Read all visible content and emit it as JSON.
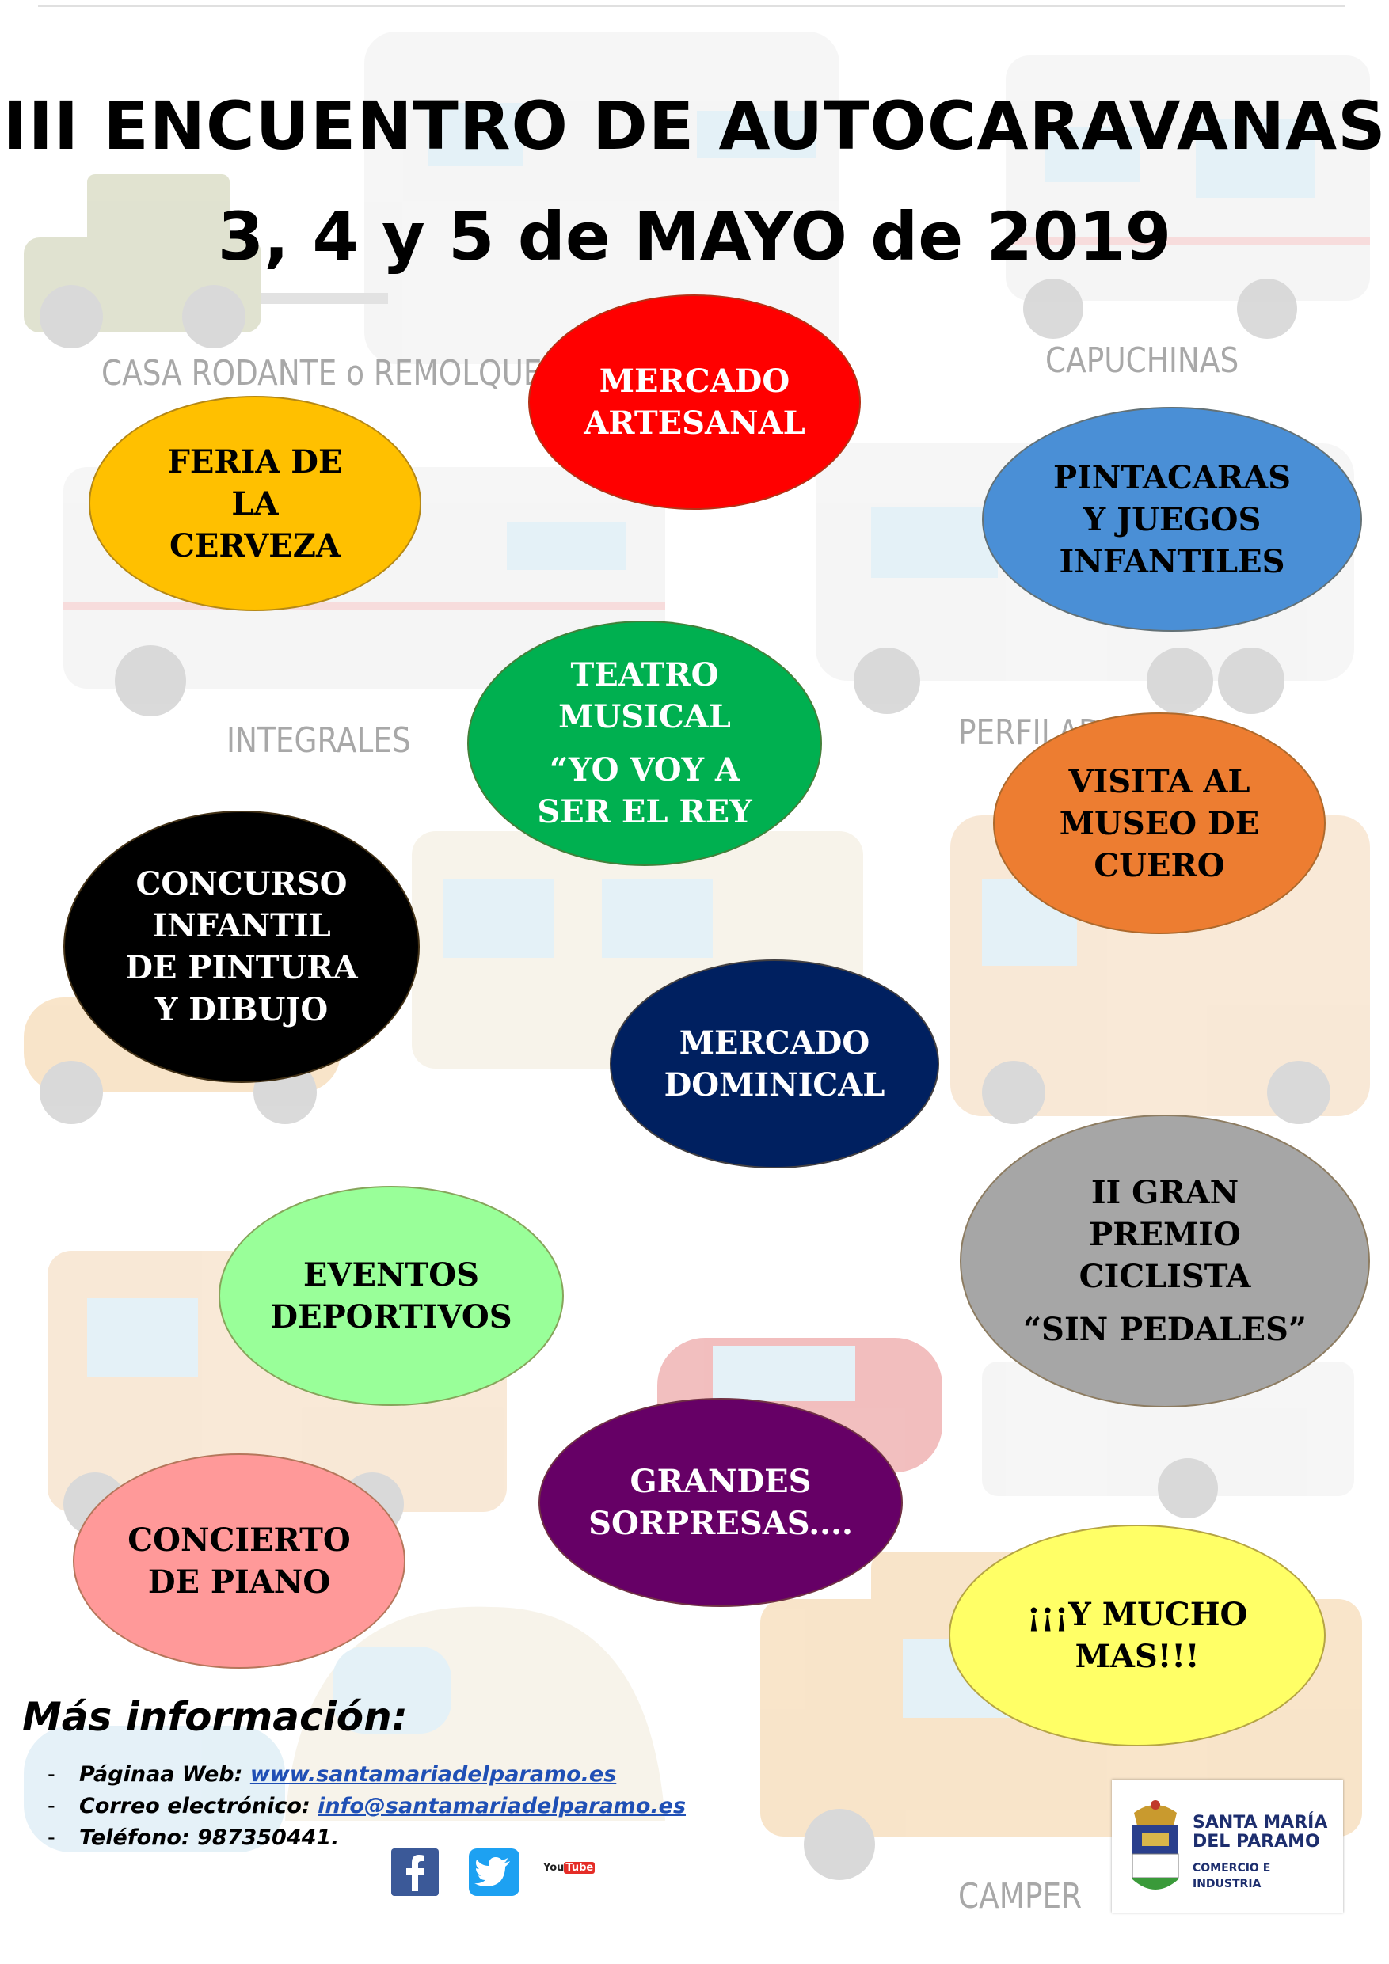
{
  "header": {
    "title": "III ENCUENTRO DE AUTOCARAVANAS",
    "dates": "3, 4 y 5 de MAYO de 2019"
  },
  "background_labels": [
    "CASA RODANTE o REMOLQUE",
    "CAPUCHINAS",
    "INTEGRALES",
    "PERFILADAS",
    "CAMPER"
  ],
  "events": [
    {
      "lines": [
        "MERCADO",
        "ARTESANAL"
      ],
      "color": "#ff0000",
      "text_color": "#ffffff"
    },
    {
      "lines": [
        "FERIA DE",
        "LA",
        "CERVEZA"
      ],
      "color": "#ffc000",
      "text_color": "#000000"
    },
    {
      "lines": [
        "PINTACARAS",
        "Y JUEGOS",
        "INFANTILES"
      ],
      "color": "#4a8fd6",
      "text_color": "#000000"
    },
    {
      "lines": [
        "TEATRO",
        "MUSICAL",
        "“YO VOY A",
        "SER EL REY"
      ],
      "color": "#00b050",
      "text_color": "#ffffff"
    },
    {
      "lines": [
        "VISITA AL",
        "MUSEO DE",
        "CUERO"
      ],
      "color": "#ed7d31",
      "text_color": "#000000"
    },
    {
      "lines": [
        "CONCURSO",
        "INFANTIL",
        "DE PINTURA",
        "Y DIBUJO"
      ],
      "color": "#000000",
      "text_color": "#ffffff"
    },
    {
      "lines": [
        "MERCADO",
        "DOMINICAL"
      ],
      "color": "#002060",
      "text_color": "#ffffff"
    },
    {
      "lines": [
        "II GRAN",
        "PREMIO",
        "CICLISTA",
        "“SIN PEDALES”"
      ],
      "color": "#a6a6a6",
      "text_color": "#000000"
    },
    {
      "lines": [
        "EVENTOS",
        "DEPORTIVOS"
      ],
      "color": "#99ff99",
      "text_color": "#000000"
    },
    {
      "lines": [
        "GRANDES",
        "SORPRESAS...."
      ],
      "color": "#660066",
      "text_color": "#ffffff"
    },
    {
      "lines": [
        "CONCIERTO",
        "DE PIANO"
      ],
      "color": "#ff9999",
      "text_color": "#000000"
    },
    {
      "lines": [
        "¡¡¡Y MUCHO",
        "MAS!!!"
      ],
      "color": "#ffff66",
      "text_color": "#000000"
    }
  ],
  "info": {
    "heading": "Más información:",
    "web_label": "Páginaa Web:",
    "web_value": "www.santamariadelparamo.es",
    "email_label": "Correo electrónico:",
    "email_value": "info@santamariadelparamo.es",
    "phone_label": "Teléfono:",
    "phone_value": "987350441."
  },
  "social": {
    "facebook_icon": "facebook-icon",
    "twitter_icon": "twitter-icon",
    "youtube_you": "You",
    "youtube_tube": "Tube"
  },
  "logo": {
    "line1": "SANTA MARÍA",
    "line2": "DEL PARAMO",
    "line3": "COMERCIO E",
    "line4": "INDUSTRIA"
  },
  "colors": {
    "accent_link": "#1f4fb5",
    "logo_text": "#1d2e6e"
  }
}
